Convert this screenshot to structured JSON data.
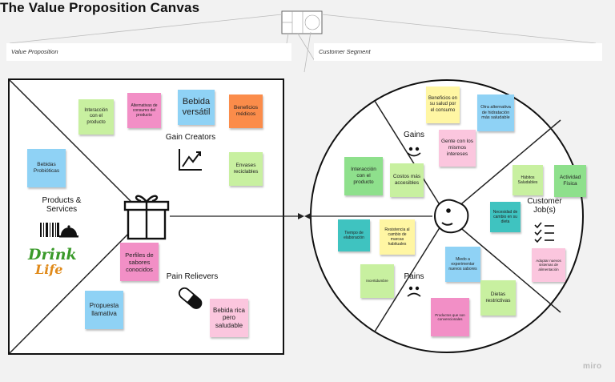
{
  "title": "The Value Proposition Canvas",
  "section_labels": {
    "value_proposition": "Value Proposition",
    "customer_segment": "Customer Segment"
  },
  "groups": {
    "gain_creators": "Gain Creators",
    "products_services": "Products & Services",
    "pain_relievers": "Pain Relievers",
    "gains": "Gains",
    "pains": "Pains",
    "customer_jobs": "Customer Job(s)"
  },
  "logo": {
    "line1": "Drink",
    "line2": "Life"
  },
  "watermark": "miro",
  "stickies": [
    {
      "text": "Interacción con el producto",
      "color": "#c8f0a0"
    },
    {
      "text": "Alternativas de consumo del producto",
      "color": "#f28fc6"
    },
    {
      "text": "Bebida versátil",
      "color": "#8fd2f5"
    },
    {
      "text": "Beneficios médicos",
      "color": "#fb8c4a"
    },
    {
      "text": "Bebidas Probióticas",
      "color": "#8fd2f5"
    },
    {
      "text": "Envases reciclables",
      "color": "#c8f0a0"
    },
    {
      "text": "Perfiles de sabores conocidos",
      "color": "#f28fc6"
    },
    {
      "text": "Propuesta llamativa",
      "color": "#8fd2f5"
    },
    {
      "text": "Bebida rica pero saludable",
      "color": "#fbc6de"
    },
    {
      "text": "Beneficios en su salud por el consumo",
      "color": "#fff6a3"
    },
    {
      "text": "Otra alternativa de hidratación más saludable",
      "color": "#8fd2f5"
    },
    {
      "text": "Gente con los mismos intereses",
      "color": "#fbc6de"
    },
    {
      "text": "Interacción con el producto",
      "color": "#8ee08c"
    },
    {
      "text": "Costos más accesibles",
      "color": "#c8f0a0"
    },
    {
      "text": "Hábitos Saludables",
      "color": "#c8f0a0"
    },
    {
      "text": "Actividad Física",
      "color": "#8ee08c"
    },
    {
      "text": "Tiempo de elaboración",
      "color": "#3fc3c0"
    },
    {
      "text": "Resistencia al cambio de marcas habituales",
      "color": "#fff6a3"
    },
    {
      "text": "Necesidad de cambio en su dieta",
      "color": "#3fc3c0"
    },
    {
      "text": "Miedo a experimentar nuevos sabores",
      "color": "#8fd2f5"
    },
    {
      "text": "Adoptar nuevos sistemas de alimentación",
      "color": "#fbc6de"
    },
    {
      "text": "Incertidumbre",
      "color": "#c8f0a0"
    },
    {
      "text": "Dietas restrictivas",
      "color": "#c8f0a0"
    },
    {
      "text": "Productos que son convencionales",
      "color": "#f28fc6"
    }
  ]
}
